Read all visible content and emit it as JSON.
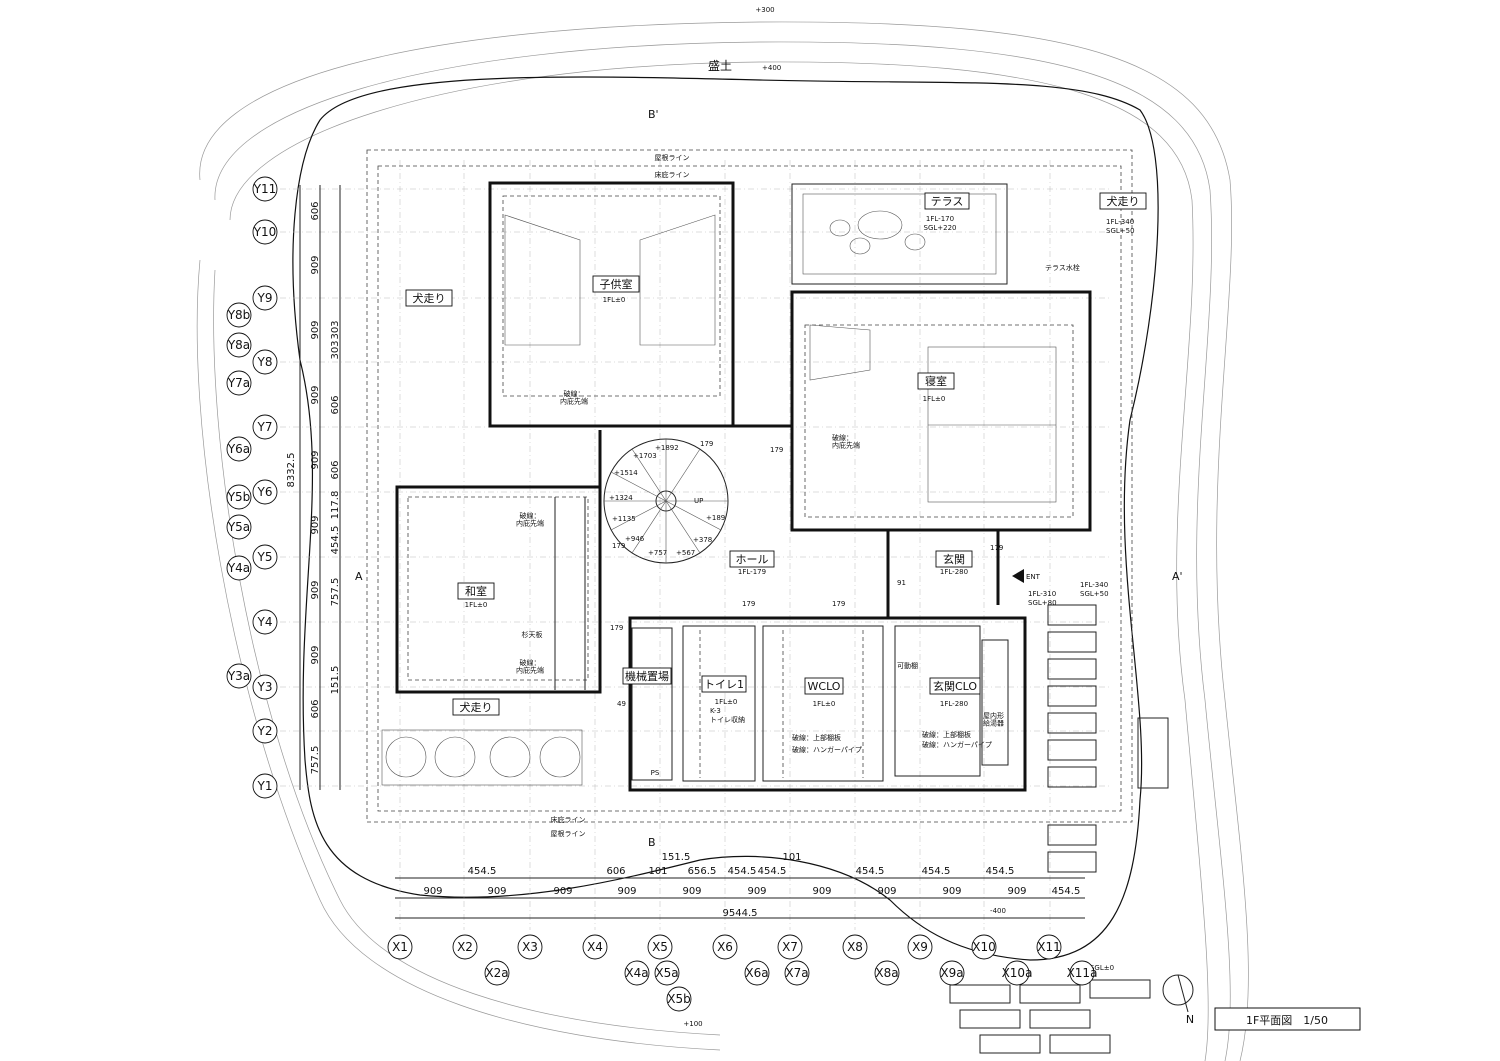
{
  "site": {
    "level_top": "+300",
    "level_mound": "+400",
    "fill_label": "盛土",
    "level_bottom": "+100",
    "level_low": "-400",
    "gl_note": "SGL±0"
  },
  "section_marks": {
    "a": "A",
    "a_prime": "A'",
    "b": "B",
    "b_prime": "B'"
  },
  "roof_line": "屋根ライン",
  "floor_line": "床庇ライン",
  "floor_line_bottom": "床庇ライン",
  "roof_line_bottom": "屋根ライン",
  "rooms": {
    "kids": {
      "name": "子供室",
      "level": "1FL±0",
      "note": "破線：\n内庇先端"
    },
    "bed": {
      "name": "寝室",
      "level": "1FL±0",
      "note": "破線：\n内庇先端"
    },
    "terrace": {
      "name": "テラス",
      "level": "1FL-170",
      "sgl": "SGL+220"
    },
    "terrace_tap": "テラス水栓",
    "dogrun_nw": "犬走り",
    "dogrun_ne": "犬走り",
    "dogrun_ne_level": "1FL-340",
    "dogrun_ne_sgl": "SGL+50",
    "dogrun_s": "犬走り",
    "washitsu": {
      "name": "和室",
      "level": "1FL±0",
      "note1": "破線：\n内庇先端",
      "note2": "破線：\n内庇先端",
      "ceiling": "杉天板"
    },
    "hall": {
      "name": "ホール",
      "level": "1FL-179"
    },
    "genkan": {
      "name": "玄関",
      "level": "1FL-280"
    },
    "ent": "ENT",
    "ent_level": "1FL-310",
    "ent_sgl": "SGL+80",
    "east_level": "1FL-340",
    "east_sgl": "SGL+50",
    "machine": "機械置場",
    "ps": "PS",
    "toilet": {
      "name": "トイレ1",
      "level": "1FL±0",
      "k3": "K-3",
      "storage": "トイレ収納"
    },
    "wcl": {
      "name": "WCLO",
      "level": "1FL±0",
      "note1": "破線：上部棚板",
      "note2": "破線：ハンガーパイプ"
    },
    "genkan_clo": {
      "name": "玄関CLO",
      "level": "1FL-280",
      "note1": "破線：上部棚板",
      "note2": "破線：ハンガーパイプ",
      "shelf": "可動棚",
      "heater": "屋内形\n給湯器"
    }
  },
  "stair": {
    "up": "UP",
    "steps": [
      "+1892",
      "+1703",
      "+1514",
      "+1324",
      "+1135",
      "+946",
      "+757",
      "+567",
      "+378",
      "+189"
    ],
    "d179a": "179",
    "d179b": "179",
    "d179c": "179"
  },
  "small_dims": {
    "d179_hall": "179",
    "d179_wcl": "179",
    "d179_gk": "179",
    "d179_w": "179",
    "d91": "91",
    "d49": "49"
  },
  "y_grid": [
    "Y11",
    "Y10",
    "Y9",
    "Y8b",
    "Y8a",
    "Y8",
    "Y7a",
    "Y7",
    "Y6a",
    "Y6",
    "Y5b",
    "Y5a",
    "Y5",
    "Y4a",
    "Y4",
    "Y3a",
    "Y3",
    "Y2",
    "Y1"
  ],
  "y_dims": [
    "606",
    "909",
    "909",
    "303",
    "303",
    "909",
    "606",
    "909",
    "606",
    "117.8",
    "909",
    "454.5",
    "909",
    "757.5",
    "909",
    "151.5",
    "606",
    "757.5"
  ],
  "y_total": "8332.5",
  "x_grid": [
    "X1",
    "X2",
    "X3",
    "X4",
    "X5",
    "X6",
    "X7",
    "X8",
    "X9",
    "X10",
    "X11"
  ],
  "x_grid_sub": [
    "X2a",
    "X4a",
    "X5a",
    "X6a",
    "X7a",
    "X8a",
    "X9a",
    "X10a",
    "X11a",
    "X5b"
  ],
  "x_dims_row1": [
    "454.5",
    "606",
    "101",
    "151.5",
    "656.5",
    "454.5",
    "454.5",
    "101",
    "454.5",
    "454.5",
    "454.5"
  ],
  "x_dims_row2": [
    "909",
    "909",
    "909",
    "909",
    "909",
    "909",
    "909",
    "909",
    "909",
    "909",
    "454.5"
  ],
  "x_total": "9544.5",
  "north": "N",
  "title": "1F平面図　1/50"
}
